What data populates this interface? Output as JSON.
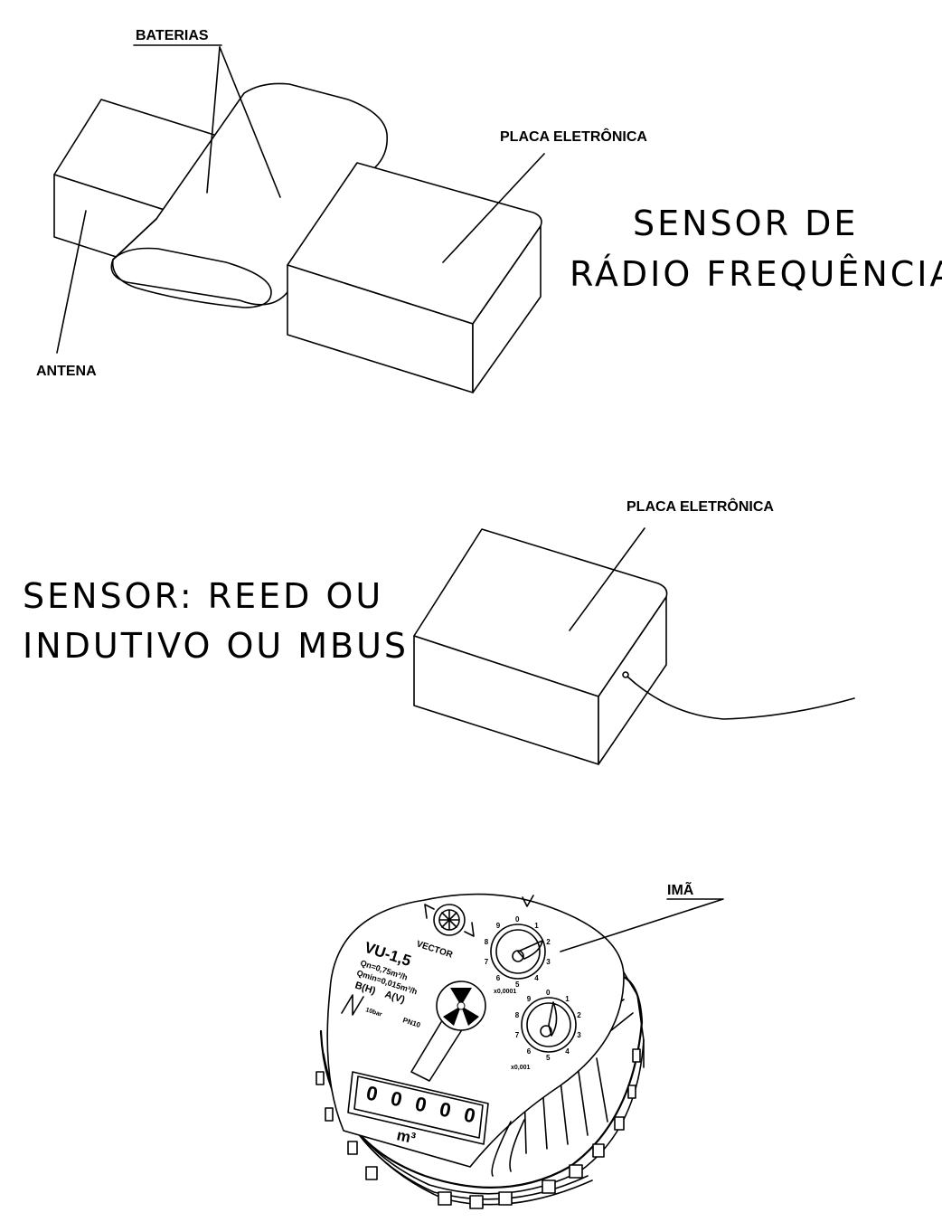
{
  "labels": {
    "baterias": "BATERIAS",
    "placa_top": "PLACA ELETRÔNICA",
    "antena": "ANTENA",
    "rf_line1": "SENSOR DE",
    "rf_line2": "RÁDIO FREQUÊNCIA",
    "placa_mid": "PLACA ELETRÔNICA",
    "reed_line1": "SENSOR: REED OU",
    "reed_line2": "INDUTIVO OU MBUS",
    "ima": "IMÃ"
  },
  "meter": {
    "brand": "VECTOR",
    "model": "VU-1,5",
    "qn": "Qn=0,75m³/h",
    "qmin": "Qmin=0,015m³/h",
    "class_b": "B(H)",
    "class_a": "A(V)",
    "pmo": "PN10",
    "bar": "10bar",
    "unit": "m³",
    "counter_digits": [
      "0",
      "0",
      "0",
      "0",
      "0"
    ],
    "dial1_label": "x0,0001",
    "dial2_label": "x0,001",
    "dial_numbers": [
      "0",
      "1",
      "2",
      "3",
      "4",
      "5",
      "6",
      "7",
      "8",
      "9"
    ]
  }
}
